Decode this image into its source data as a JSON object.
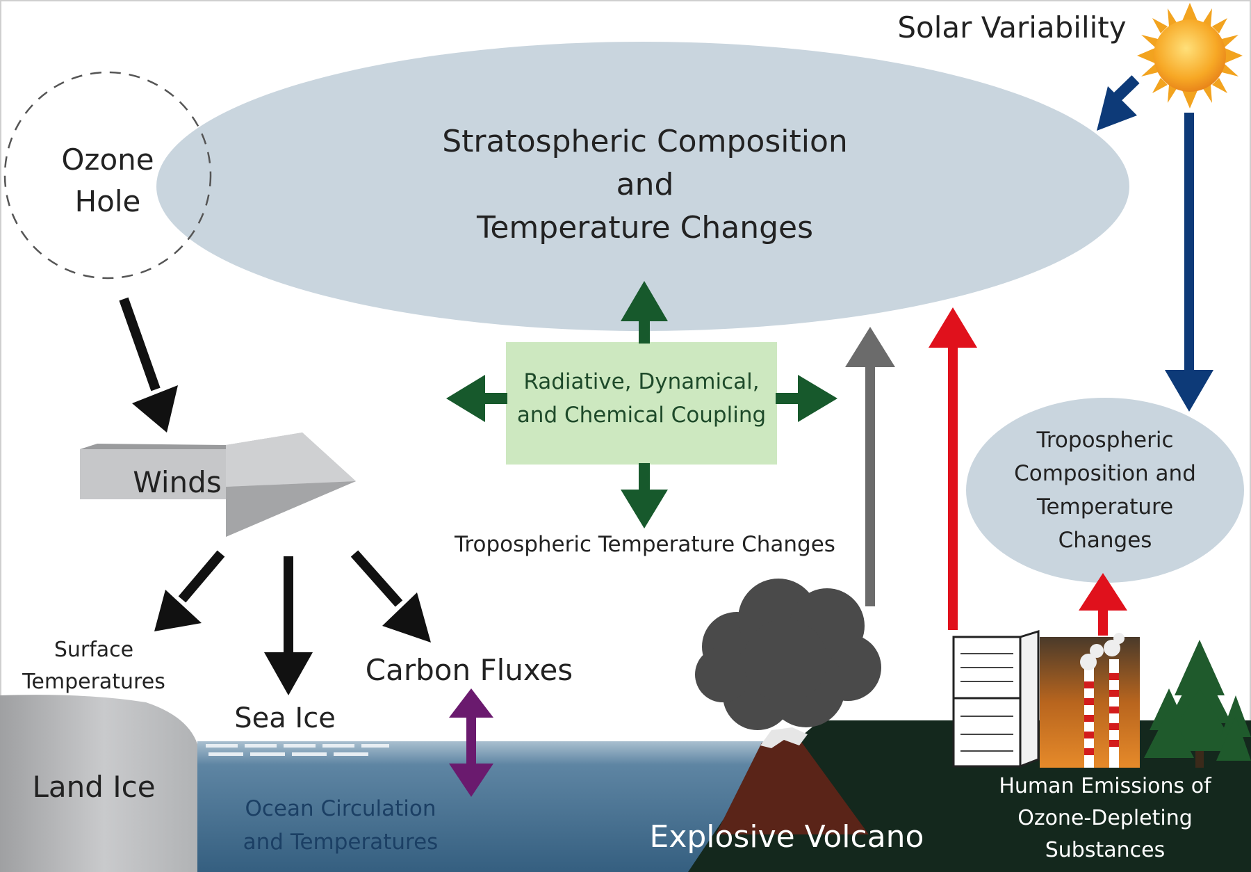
{
  "solar": {
    "label": "Solar Variability",
    "icon": "sun-icon"
  },
  "ozone_hole": {
    "line1": "Ozone",
    "line2": "Hole"
  },
  "stratosphere": {
    "line1": "Stratospheric Composition",
    "line2": "and",
    "line3": "Temperature Changes"
  },
  "coupling": {
    "line1": "Radiative, Dynamical,",
    "line2": "and Chemical Coupling"
  },
  "troposphere_temp": {
    "label": "Tropospheric Temperature Changes"
  },
  "troposphere_comp": {
    "line1": "Tropospheric",
    "line2": "Composition and",
    "line3": "Temperature",
    "line4": "Changes"
  },
  "winds": {
    "label": "Winds"
  },
  "surface_temps": {
    "line1": "Surface",
    "line2": "Temperatures"
  },
  "sea_ice": {
    "label": "Sea Ice"
  },
  "carbon_fluxes": {
    "label": "Carbon Fluxes"
  },
  "land_ice": {
    "label": "Land Ice"
  },
  "ocean": {
    "line1": "Ocean Circulation",
    "line2": "and Temperatures"
  },
  "volcano": {
    "label": "Explosive Volcano"
  },
  "human_emissions": {
    "line1": "Human Emissions of",
    "line2": "Ozone-Depleting",
    "line3": "Substances"
  },
  "icons": [
    "sun-icon",
    "volcano-icon",
    "refrigerator-icon",
    "smokestack-icon",
    "pine-tree-icon",
    "wind-arrow-icon"
  ],
  "colors": {
    "ellipse_fill": "#c9d5de",
    "coupling_box": "#cde8c0",
    "green_arrow": "#17592c",
    "navy_arrow": "#0d3a78",
    "red_arrow": "#e0111c",
    "gray_arrow": "#6b6b6b",
    "purple_arrow": "#6a1a6e",
    "ocean": "#3f6a8c",
    "land": "#14281d"
  }
}
